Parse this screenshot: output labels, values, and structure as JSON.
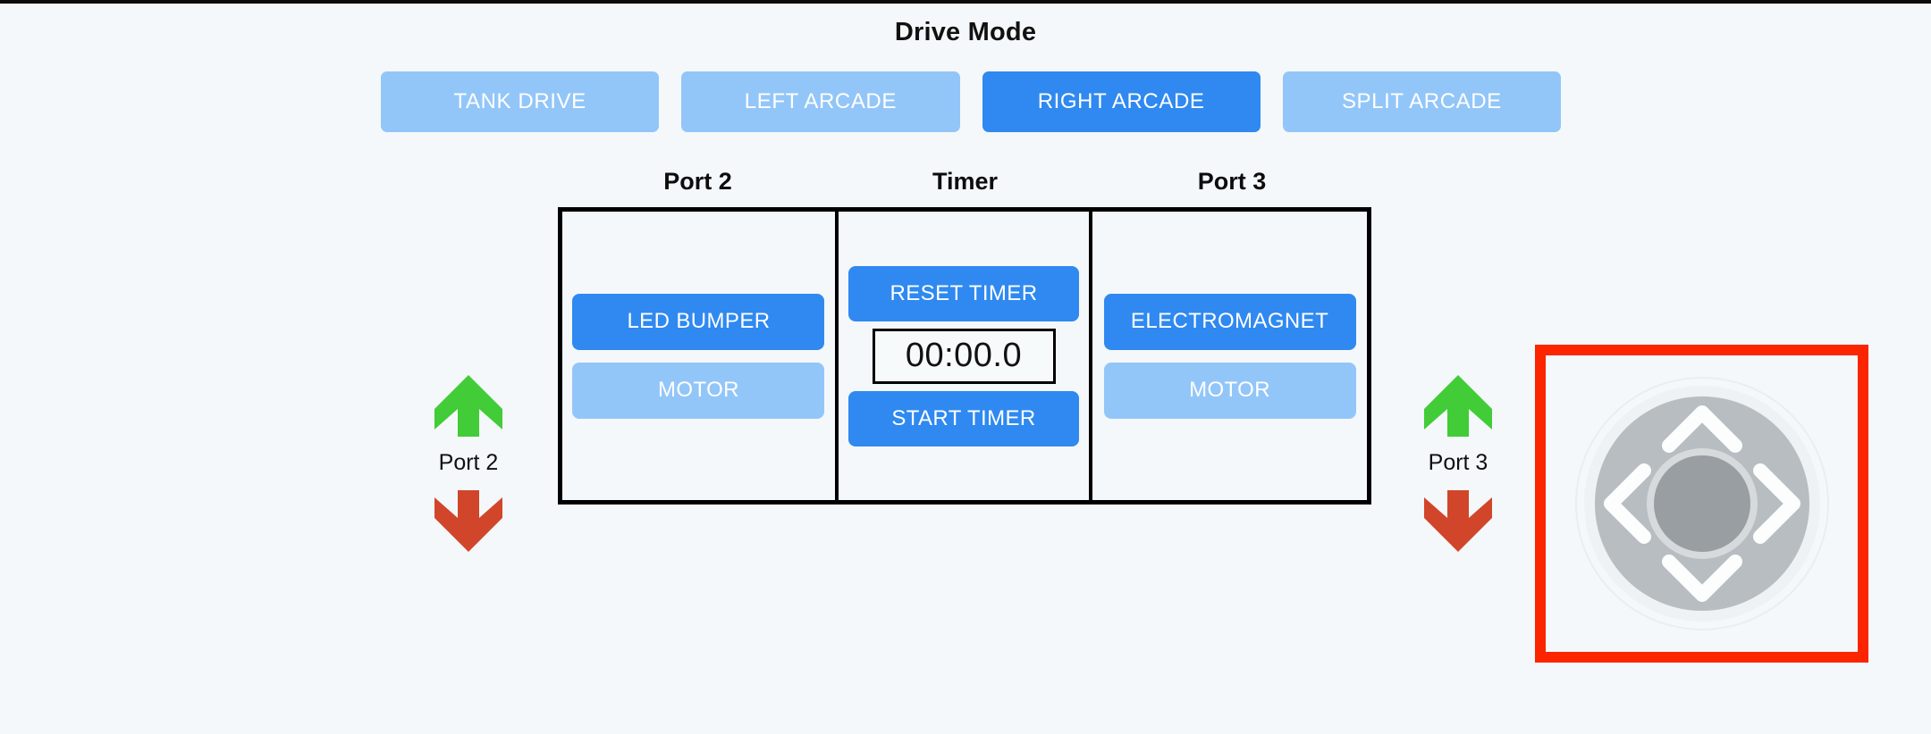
{
  "drive_mode": {
    "title": "Drive Mode",
    "modes": [
      {
        "label": "TANK DRIVE",
        "selected": false
      },
      {
        "label": "LEFT ARCADE",
        "selected": false
      },
      {
        "label": "RIGHT ARCADE",
        "selected": true
      },
      {
        "label": "SPLIT ARCADE",
        "selected": false
      }
    ]
  },
  "panel": {
    "headers": {
      "port2": "Port 2",
      "timer": "Timer",
      "port3": "Port 3"
    },
    "port2": {
      "primary_button": "LED BUMPER",
      "secondary_button": "MOTOR"
    },
    "timer": {
      "reset_button": "RESET TIMER",
      "display_value": "00:00.0",
      "start_button": "START TIMER"
    },
    "port3": {
      "primary_button": "ELECTROMAGNET",
      "secondary_button": "MOTOR"
    }
  },
  "port_controls": [
    {
      "label": "Port 2",
      "up_icon": "arrow-up-icon",
      "down_icon": "arrow-down-icon"
    },
    {
      "label": "Port 3",
      "up_icon": "arrow-up-icon",
      "down_icon": "arrow-down-icon"
    }
  ],
  "dpad": {
    "icon": "dpad-joystick-icon",
    "directions": [
      "up",
      "right",
      "down",
      "left"
    ],
    "highlighted": true
  },
  "colors": {
    "page_background": "#f4f8fa",
    "button_active": "#2f89f0",
    "button_inactive": "#93c6f8",
    "arrow_up": "#41cc38",
    "arrow_down": "#d1462a",
    "highlight_border": "#fb2500",
    "panel_border": "#000000",
    "dpad_outer": "#b7bdc0",
    "dpad_center": "#999ea2"
  }
}
